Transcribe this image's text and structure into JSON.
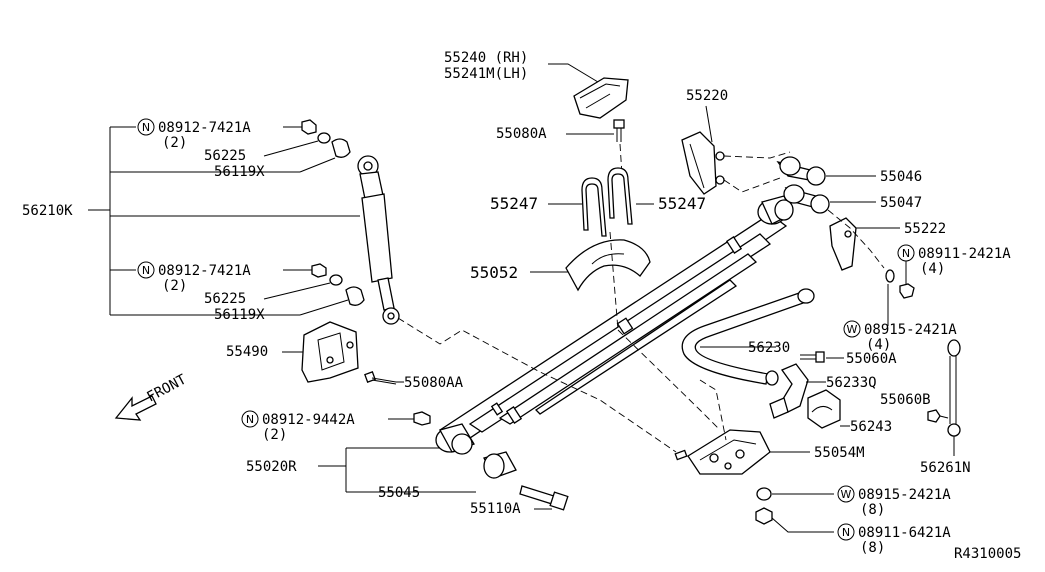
{
  "labels": {
    "p56210K": "56210K",
    "p08912_7421A_top": "08912-7421A",
    "q2_top": "(2)",
    "p56225_top": "56225",
    "p56119X_top": "56119X",
    "p08912_7421A_mid": "08912-7421A",
    "q2_mid": "(2)",
    "p56225_mid": "56225",
    "p56119X_mid": "56119X",
    "p55490": "55490",
    "p55080AA": "55080AA",
    "p08912_9442A": "08912-9442A",
    "q2_low": "(2)",
    "p55020R": "55020R",
    "p55045": "55045",
    "p55110A": "55110A",
    "p55240": "55240 (RH)",
    "p55241M": "55241M(LH)",
    "p55080A": "55080A",
    "p55247_left": "55247",
    "p55247_right": "55247",
    "p55052": "55052",
    "p55220": "55220",
    "p55046": "55046",
    "p55047": "55047",
    "p55222": "55222",
    "p08911_2421A": "08911-2421A",
    "q4_a": "(4)",
    "p08915_2421A_4": "08915-2421A",
    "q4_b": "(4)",
    "p56230": "56230",
    "p55060A": "55060A",
    "p56233Q": "56233Q",
    "p55060B": "55060B",
    "p56243": "56243",
    "p56261N": "56261N",
    "p55054M": "55054M",
    "p08915_2421A_8": "08915-2421A",
    "q8_a": "(8)",
    "p08911_6421A": "08911-6421A",
    "q8_b": "(8)",
    "front": "FRONT",
    "ref": "R4310005"
  },
  "markers": {
    "n": "N",
    "w": "W"
  }
}
